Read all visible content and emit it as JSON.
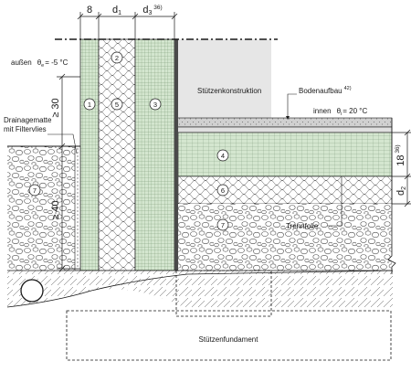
{
  "dims": {
    "top": [
      {
        "text": "8"
      },
      {
        "text": "d",
        "sub": "1"
      },
      {
        "text": "d",
        "sub": "3",
        "sup": " 36)"
      }
    ],
    "left_upper": "≥ 30",
    "left_lower": "≥ 40",
    "right_upper": {
      "text": "18",
      "sup": " 36)"
    },
    "right_lower": {
      "text": "d",
      "sub": "2"
    }
  },
  "labels": {
    "outside": "außen",
    "outside_temp_sym": "θ",
    "outside_temp_sub": "e",
    "outside_temp_val": "=  -5 °C",
    "inside": "innen",
    "inside_temp_sym": "θ",
    "inside_temp_sub": "i",
    "inside_temp_val": "=  20 °C",
    "column_construction": "Stützenkonstruktion",
    "floor_build": "Bodenaufbau",
    "floor_build_note": "42)",
    "drain_mat_line1": "Drainagematte",
    "drain_mat_line2": "mit Filtervlies",
    "separation_foil": "Trennfolie",
    "column_foundation": "Stützenfundament"
  },
  "callouts": [
    "1",
    "2",
    "3",
    "4",
    "5",
    "6",
    "7",
    "7"
  ],
  "colors": {
    "insulation_green": "#d4e6cf",
    "column_grey": "#e6e6e6",
    "screed_grey": "#cfcfcf",
    "line": "#1a1a1a"
  }
}
